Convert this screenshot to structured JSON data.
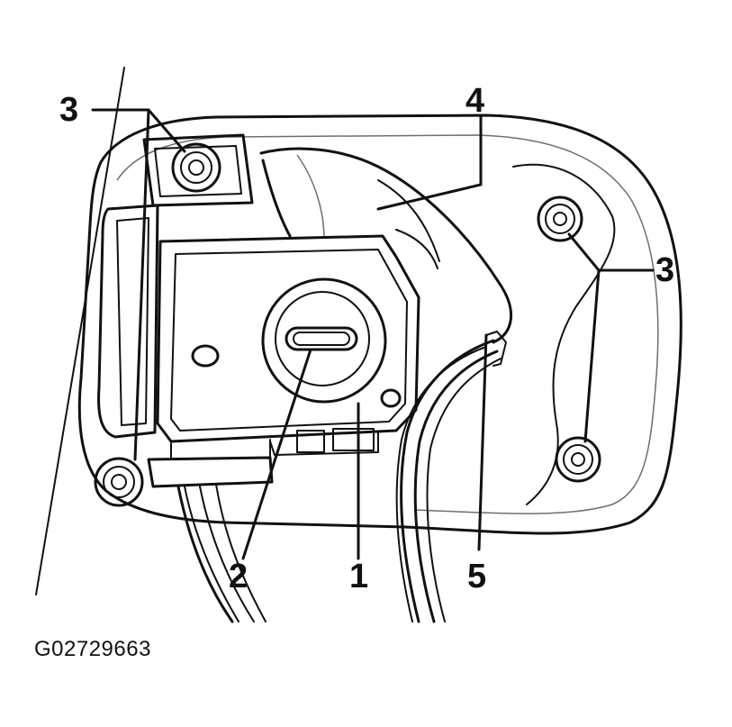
{
  "figure": {
    "id_text": "G02729663",
    "callouts": {
      "c1": "1",
      "c2": "2",
      "c3_top_left": "3",
      "c3_right": "3",
      "c4": "4",
      "c5": "5"
    }
  }
}
